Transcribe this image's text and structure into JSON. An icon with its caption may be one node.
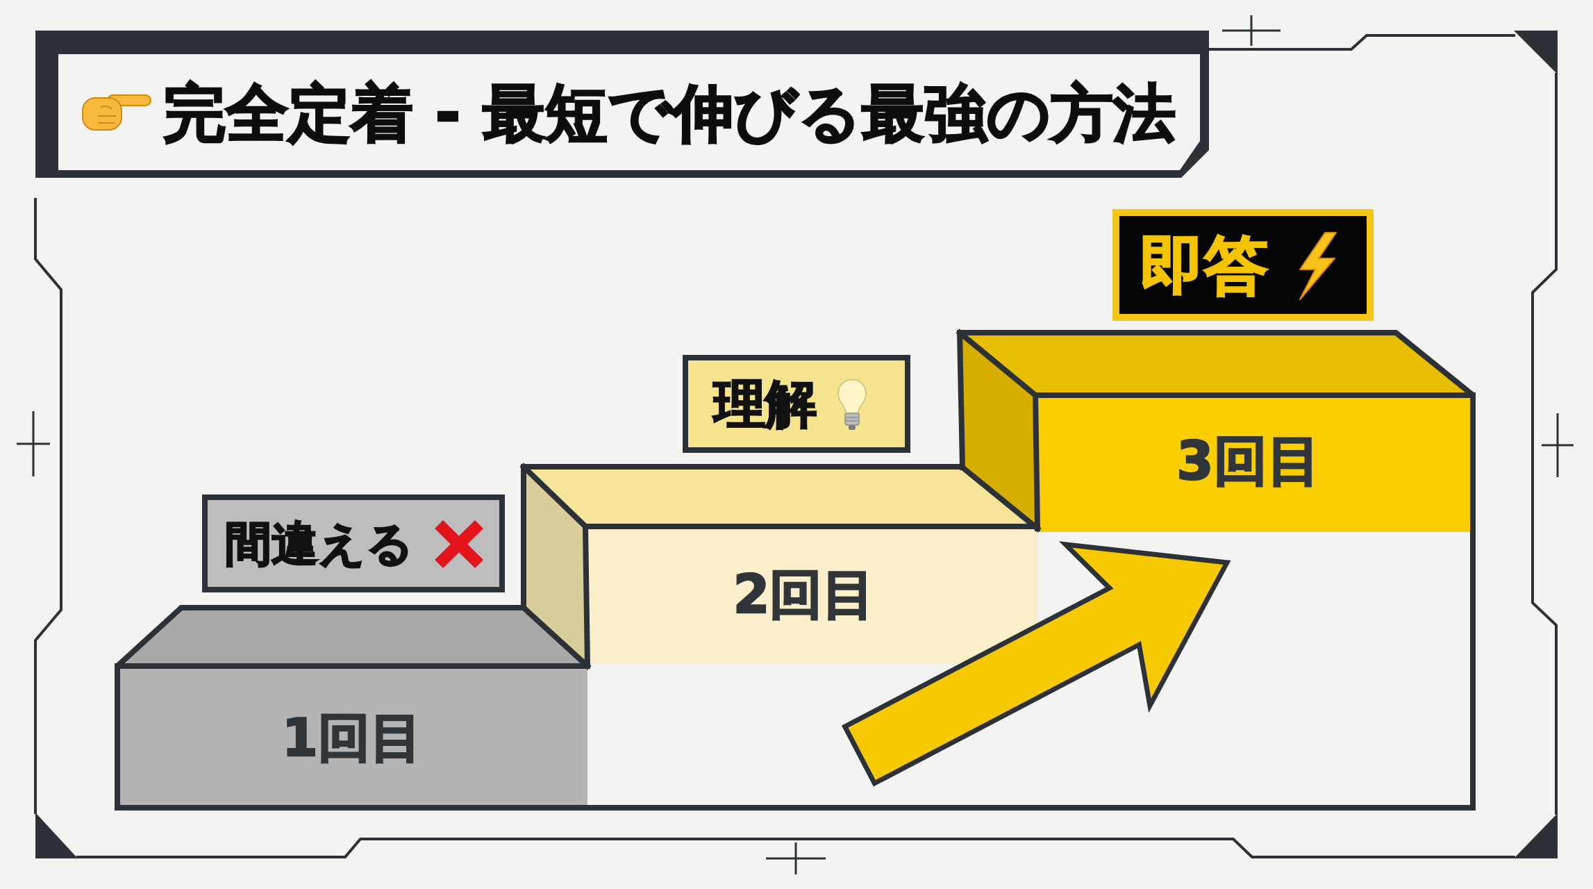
{
  "diagram": {
    "title": "完全定着 - 最短で伸びる最強の方法",
    "nodes": [
      {
        "text": [
          "1回目"
        ]
      },
      {
        "text": [
          "2回目"
        ]
      },
      {
        "text": [
          "3回目"
        ]
      },
      {
        "text": [
          "間違える"
        ]
      },
      {
        "text": [
          "理解"
        ]
      },
      {
        "text": [
          "即答"
        ]
      }
    ],
    "edges": [
      {
        "from": 1,
        "to": 2,
        "arrow": "to",
        "style": "thick"
      }
    ]
  }
}
